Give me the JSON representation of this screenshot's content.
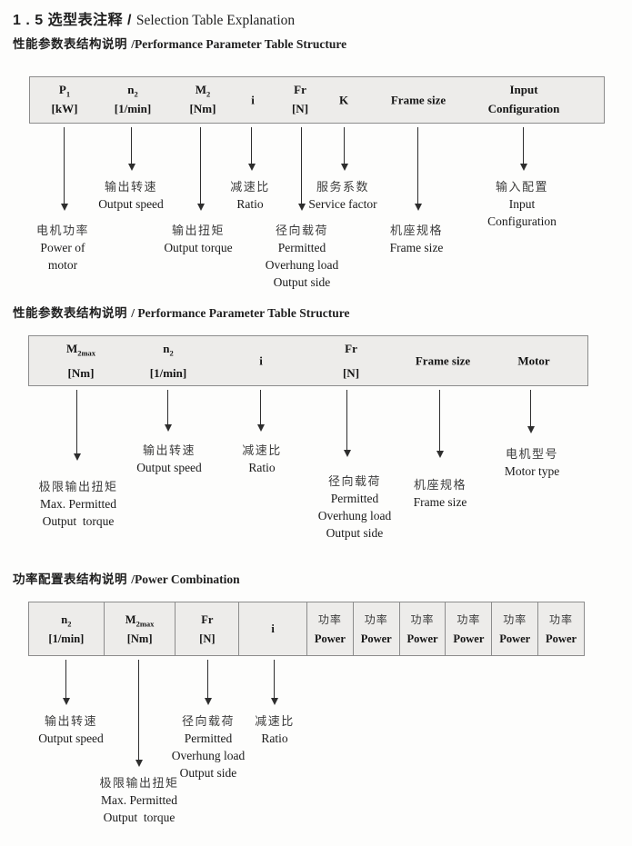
{
  "title": {
    "cn": "1 . 5 选型表注释 / ",
    "en": "Selection Table Explanation"
  },
  "s1": {
    "heading_cn": "性能参数表结构说明 ",
    "heading_en": "/Performance Parameter Table Structure",
    "cols": [
      {
        "t": "P",
        "sub": "1",
        "u": "[kW]"
      },
      {
        "t": "n",
        "sub": "2",
        "u": "[1/min]"
      },
      {
        "t": "M",
        "sub": "2",
        "u": "[Nm]"
      },
      {
        "t": "i"
      },
      {
        "t": "Fr",
        "u": "[N]"
      },
      {
        "t": "K"
      },
      {
        "t": "Frame size"
      },
      {
        "t": "Input",
        "u": "Configuration"
      }
    ],
    "callouts": [
      {
        "cn": "输出转速",
        "en1": "Output speed"
      },
      {
        "cn": "减速比",
        "en1": "Ratio"
      },
      {
        "cn": "服务系数",
        "en1": "Service factor"
      },
      {
        "cn": "输入配置",
        "en1": "Input",
        "en2": "Configuration"
      },
      {
        "cn": "电机功率",
        "en1": "Power of",
        "en2": "motor"
      },
      {
        "cn": "输出扭矩",
        "en1": "Output torque"
      },
      {
        "cn": "径向载荷",
        "en1": "Permitted",
        "en2": "Overhung load",
        "en3": "Output side"
      },
      {
        "cn": "机座规格",
        "en1": "Frame size"
      }
    ]
  },
  "s2": {
    "heading_cn": "性能参数表结构说明 ",
    "heading_en": "/ Performance Parameter Table Structure",
    "cols": [
      {
        "t": "M",
        "sub": "2max",
        "u": "[Nm]"
      },
      {
        "t": "n",
        "sub": "2",
        "u": "[1/min]"
      },
      {
        "t": "i"
      },
      {
        "t": "Fr",
        "u": "[N]"
      },
      {
        "t": "Frame size"
      },
      {
        "t": "Motor"
      }
    ],
    "callouts": [
      {
        "cn": "输出转速",
        "en1": "Output speed"
      },
      {
        "cn": "减速比",
        "en1": "Ratio"
      },
      {
        "cn": "电机型号",
        "en1": "Motor type"
      },
      {
        "cn": "极限输出扭矩",
        "en1": "Max. Permitted",
        "en2": "Output  torque"
      },
      {
        "cn": "径向载荷",
        "en1": "Permitted",
        "en2": "Overhung load",
        "en3": "Output side"
      },
      {
        "cn": "机座规格",
        "en1": "Frame size"
      }
    ]
  },
  "s3": {
    "heading_cn": "功率配置表结构说明 ",
    "heading_en": "/Power Combination",
    "cols": [
      {
        "t": "n",
        "sub": "2",
        "u": "[1/min]"
      },
      {
        "t": "M",
        "sub": "2max",
        "u": "[Nm]"
      },
      {
        "t": "Fr",
        "u": "[N]"
      },
      {
        "t": "i"
      }
    ],
    "power_cols": [
      {
        "cn": "功率",
        "en": "Power"
      },
      {
        "cn": "功率",
        "en": "Power"
      },
      {
        "cn": "功率",
        "en": "Power"
      },
      {
        "cn": "功率",
        "en": "Power"
      },
      {
        "cn": "功率",
        "en": "Power"
      },
      {
        "cn": "功率",
        "en": "Power"
      }
    ],
    "callouts": [
      {
        "cn": "输出转速",
        "en1": "Output speed"
      },
      {
        "cn": "极限输出扭矩",
        "en1": "Max. Permitted",
        "en2": "Output  torque"
      },
      {
        "cn": "径向载荷",
        "en1": "Permitted",
        "en2": "Overhung load",
        "en3": "Output side"
      },
      {
        "cn": "减速比",
        "en1": "Ratio"
      }
    ]
  }
}
